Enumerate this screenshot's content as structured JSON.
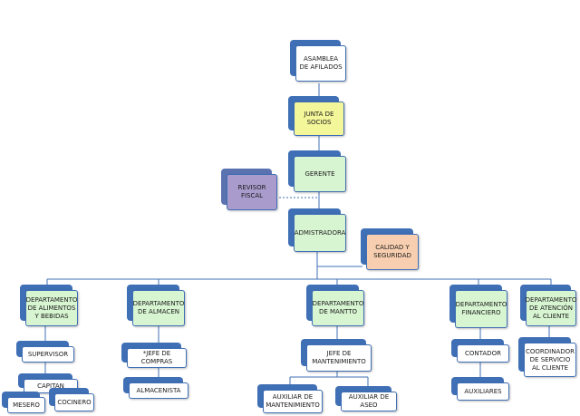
{
  "colors": {
    "shadow": "#3f6fb5",
    "line": "#3f6fb5",
    "dashed": "#3f6fb5",
    "white": "#ffffff",
    "yellow": "#f4f69a",
    "green": "#d8f5d2",
    "lavender": "#a99bcc",
    "peach": "#f7cfb0"
  },
  "nodes": {
    "asamblea": "ASAMBLEA DE AFILADOS",
    "junta": "JUNTA DE SOCIOS",
    "gerente": "GERENTE",
    "revisor": "REVISOR FISCAL",
    "administradora": "ADMISTRADORA",
    "calidad": "CALIDAD Y SEGURIDAD",
    "dep_alimentos": "DEPARTAMENTO DE ALIMENTOS Y BEBIDAS",
    "dep_almacen": "DEPARTAMENTO DE ALMACEN",
    "dep_mantto": "DEPARTAMENTO DE MANTTO",
    "dep_financiero": "DEPARTAMENTO FINANCIERO",
    "dep_atencion": "DEPARTAMENTO DE ATENCIÓN AL CLIENTE",
    "supervisor": "SUPERVISOR",
    "capitan": "CAPITAN",
    "mesero": "MESERO",
    "cocinero": "COCINERO",
    "jefe_compras": "*JEFE DE COMPRAS",
    "almacenista": "ALMACENISTA",
    "jefe_mant": "JEFE DE MANTENIMIENTO",
    "aux_mant": "AUXILIAR DE MANTENIMIENTO",
    "aux_aseo": "AUXILIAR DE ASEO",
    "contador": "CONTADOR",
    "auxiliares": "AUXILIARES",
    "coordinador": "COORDINADOR DE SERVICIO AL CLIENTE"
  }
}
